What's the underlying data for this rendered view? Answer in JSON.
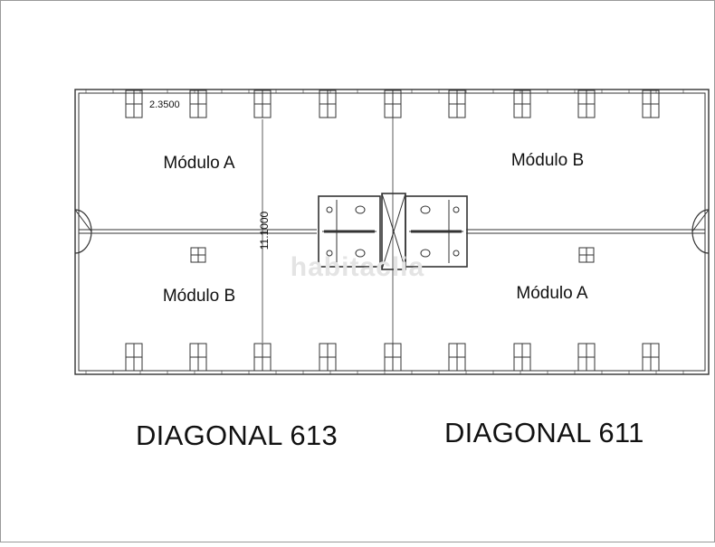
{
  "plan": {
    "dimension_top": "2.3500",
    "dimension_vertical": "11.1000",
    "modules": {
      "top_left": "Módulo A",
      "top_right": "Módulo B",
      "bottom_left": "Módulo B",
      "bottom_right": "Módulo A"
    }
  },
  "buildings": {
    "left": "DIAGONAL 613",
    "right": "DIAGONAL 611"
  },
  "watermark": "habitaclia",
  "colors": {
    "line": "#333333",
    "frame": "#9a9a9a",
    "watermark": "#e4e4e4"
  }
}
